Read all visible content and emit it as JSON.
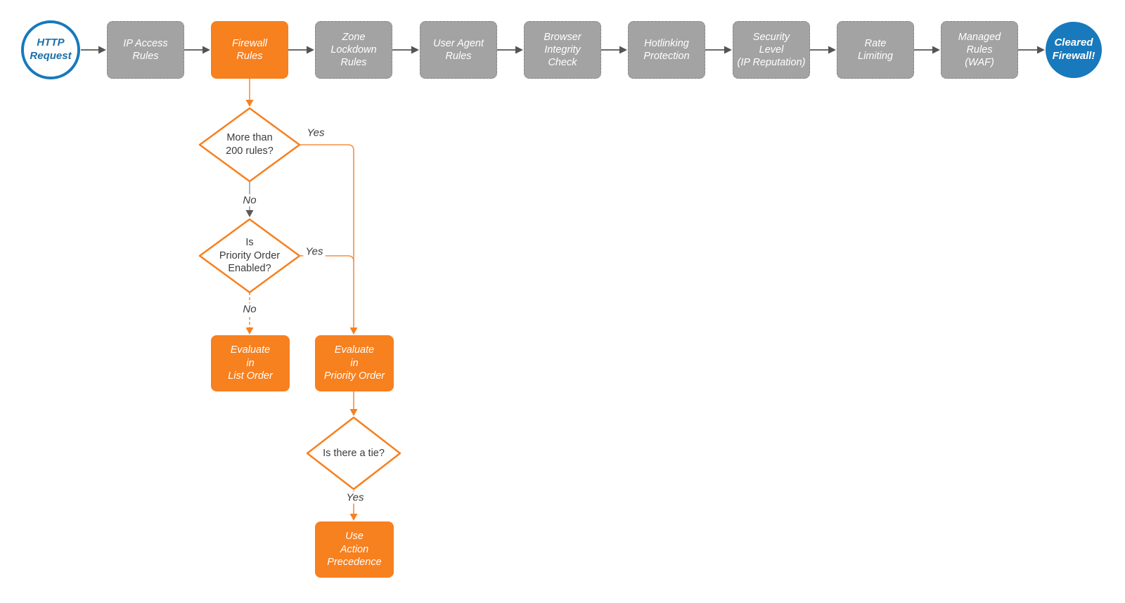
{
  "colors": {
    "box_orange": "#F7801F",
    "box_gray": "#A3A3A3",
    "terminal_blue": "#1879BC",
    "connector_dark_gray": "#545454",
    "connector_light_gray": "#9B9B9B",
    "connector_orange_line": "#F78E44",
    "connector_orange_head": "#F7801F",
    "label_text": "#3B3B3B"
  },
  "pipeline": {
    "start_label": "HTTP\nRequest",
    "steps": [
      {
        "label": "IP Access\nRules",
        "style": "gray"
      },
      {
        "label": "Firewall\nRules",
        "style": "orange"
      },
      {
        "label": "Zone\nLockdown\nRules",
        "style": "gray"
      },
      {
        "label": "User Agent\nRules",
        "style": "gray"
      },
      {
        "label": "Browser\nIntegrity\nCheck",
        "style": "gray"
      },
      {
        "label": "Hotlinking\nProtection",
        "style": "gray"
      },
      {
        "label": "Security\nLevel\n(IP Reputation)",
        "style": "gray"
      },
      {
        "label": "Rate\nLimiting",
        "style": "gray"
      },
      {
        "label": "Managed\nRules\n(WAF)",
        "style": "gray"
      }
    ],
    "end_label": "Cleared\nFirewall!"
  },
  "branch": {
    "decision_more_rules": "More than\n200 rules?",
    "decision_priority_enabled": "Is\nPriority Order\nEnabled?",
    "decision_tie": "Is there a tie?",
    "evaluate_list_order": "Evaluate\nin\nList Order",
    "evaluate_priority_order": "Evaluate\nin\nPriority Order",
    "use_action_precedence": "Use\nAction\nPrecedence",
    "edge_labels": {
      "yes_more_rules": "Yes",
      "no_more_rules": "No",
      "yes_priority": "Yes",
      "no_priority": "No",
      "yes_tie": "Yes"
    }
  }
}
